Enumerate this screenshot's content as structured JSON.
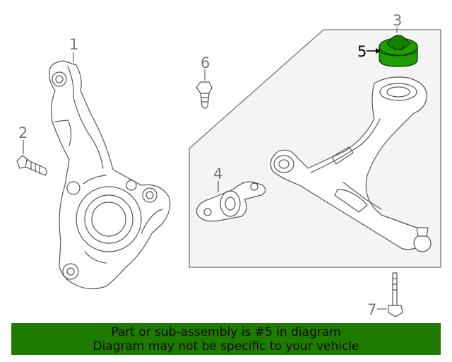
{
  "callouts": {
    "c1": "1",
    "c2": "2",
    "c3": "3",
    "c4": "4",
    "c5": "5",
    "c6": "6",
    "c7": "7"
  },
  "banner": {
    "line1": "Part or sub-assembly is #5 in diagram",
    "line2": "Diagram may not be specific to your vehicle"
  },
  "colors": {
    "highlight": "#1f9e00",
    "banner_bg": "#1f7a00",
    "panel_bg": "#f4f4f4",
    "line": "#555555"
  }
}
